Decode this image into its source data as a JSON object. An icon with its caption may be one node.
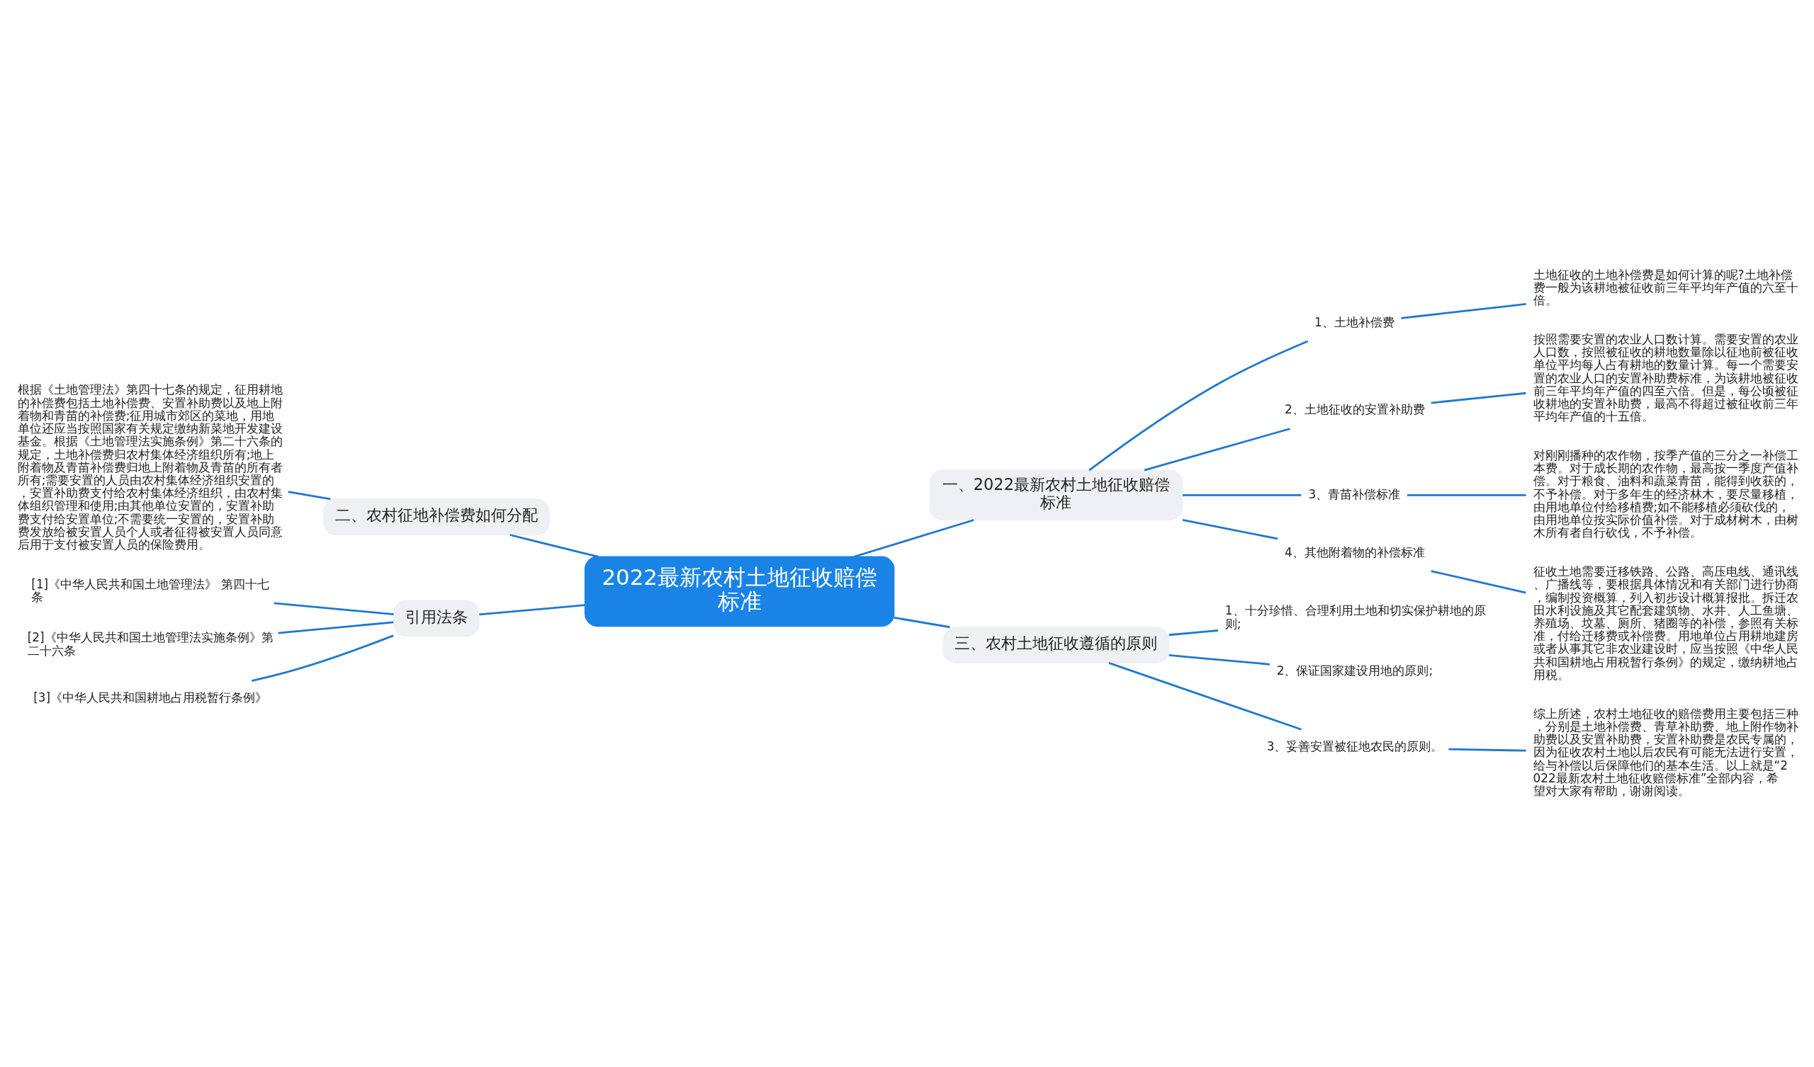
{
  "diagram": {
    "nodes": [
      {
        "text": [
          "2022最新农村土地征收赔偿标准"
        ]
      },
      {
        "text": [
          "一、2022最新农村土地征收赔偿标准"
        ]
      },
      {
        "text": [
          "1、土地补偿费"
        ]
      },
      {
        "text": [
          "土地征收的土地补偿费是如何计算的呢?土地补偿费一般为该耕地被征收前三年平均年产值的六至十倍。"
        ]
      },
      {
        "text": [
          "2、土地征收的安置补助费"
        ]
      },
      {
        "text": [
          "按照需要安置的农业人口数计算。需要安置的农业人口数，按照被征收的耕地数量除以征地前被征收单位平均每人占有耕地的数量计算。每一个需要安置的农业人口的安置补助费标准，为该耕地被征收前三年平均年产值的四至六倍。但是，每公顷被征收耕地的安置补助费，最高不得超过被征收前三年平均年产值的十五倍。"
        ]
      },
      {
        "text": [
          "3、青苗补偿标准"
        ]
      },
      {
        "text": [
          "对刚刚播种的农作物，按季产值的三分之一补偿工本费。对于成长期的农作物，最高按一季度产值补偿。对于粮食、油料和蔬菜青苗，能得到收获的，不予补偿。对于多年生的经济林木，要尽量移植，由用地单位付给移植费;如不能移植必须砍伐的，由用地单位按实际价值补偿。对于成材树木，由树木所有者自行砍伐，不予补偿。"
        ]
      },
      {
        "text": [
          "4、其他附着物的补偿标准"
        ]
      },
      {
        "text": [
          "征收土地需要迁移铁路、公路、高压电线、通讯线、广播线等，要根据具体情况和有关部门进行协商，编制投资概算，列入初步设计概算报批。拆迁农田水利设施及其它配套建筑物、水井、人工鱼塘、养殖场、坟墓、厕所、猪圈等的补偿，参照有关标准，付给迁移费或补偿费。用地单位占用耕地建房或者从事其它非农业建设时，应当按照《中华人民共和国耕地占用税暂行条例》的规定，缴纳耕地占用税。"
        ]
      },
      {
        "text": [
          "三、农村土地征收遵循的原则"
        ]
      },
      {
        "text": [
          "1、十分珍惜、合理利用土地和切实保护耕地的原则;"
        ]
      },
      {
        "text": [
          "2、保证国家建设用地的原则;"
        ]
      },
      {
        "text": [
          "3、妥善安置被征地农民的原则。"
        ]
      },
      {
        "text": [
          "综上所述，农村土地征收的赔偿费用主要包括三种，分别是土地补偿费、青草补助费、地上附作物补助费以及安置补助费，安置补助费是农民专属的，因为征收农村土地以后农民有可能无法进行安置，给与补偿以后保障他们的基本生活。以上就是“2022最新农村土地征收赔偿标准”全部内容，希望对大家有帮助，谢谢阅读。"
        ]
      },
      {
        "text": [
          "二、农村征地补偿费如何分配"
        ]
      },
      {
        "text": [
          "根据《土地管理法》第四十七条的规定，征用耕地的补偿费包括土地补偿费、安置补助费以及地上附着物和青苗的补偿费;征用城市郊区的菜地，用地单位还应当按照国家有关规定缴纳新菜地开发建设基金。根据《土地管理法实施条例》第二十六条的规定，土地补偿费归农村集体经济组织所有;地上附着物及青苗补偿费归地上附着物及青苗的所有者所有;需要安置的人员由农村集体经济组织安置的，安置补助费支付给农村集体经济组织，由农村集体组织管理和使用;由其他单位安置的，安置补助费支付给安置单位;不需要统一安置的，安置补助费发放给被安置人员个人或者征得被安置人员同意后用于支付被安置人员的保险费用。"
        ]
      },
      {
        "text": [
          "引用法条"
        ]
      },
      {
        "text": [
          "[1]《中华人民共和国土地管理法》 第四十七条"
        ]
      },
      {
        "text": [
          "[2]《中华人民共和国土地管理法实施条例》第二十六条"
        ]
      },
      {
        "text": [
          "[3]《中华人民共和国耕地占用税暂行条例》"
        ]
      }
    ],
    "edges": [
      {
        "from": 0,
        "to": 1,
        "arrow": "none"
      },
      {
        "from": 1,
        "to": 2,
        "arrow": "none"
      },
      {
        "from": 2,
        "to": 3,
        "arrow": "none"
      },
      {
        "from": 1,
        "to": 4,
        "arrow": "none"
      },
      {
        "from": 4,
        "to": 5,
        "arrow": "none"
      },
      {
        "from": 1,
        "to": 6,
        "arrow": "none"
      },
      {
        "from": 6,
        "to": 7,
        "arrow": "none"
      },
      {
        "from": 1,
        "to": 8,
        "arrow": "none"
      },
      {
        "from": 8,
        "to": 9,
        "arrow": "none"
      },
      {
        "from": 0,
        "to": 10,
        "arrow": "none"
      },
      {
        "from": 10,
        "to": 11,
        "arrow": "none"
      },
      {
        "from": 10,
        "to": 12,
        "arrow": "none"
      },
      {
        "from": 10,
        "to": 13,
        "arrow": "none"
      },
      {
        "from": 13,
        "to": 14,
        "arrow": "none"
      },
      {
        "from": 15,
        "to": 0,
        "arrow": "none"
      },
      {
        "from": 16,
        "to": 15,
        "arrow": "none"
      },
      {
        "from": 17,
        "to": 0,
        "arrow": "none"
      },
      {
        "from": 18,
        "to": 17,
        "arrow": "none"
      },
      {
        "from": 19,
        "to": 17,
        "arrow": "none"
      },
      {
        "from": 20,
        "to": 17,
        "arrow": "none"
      }
    ]
  }
}
